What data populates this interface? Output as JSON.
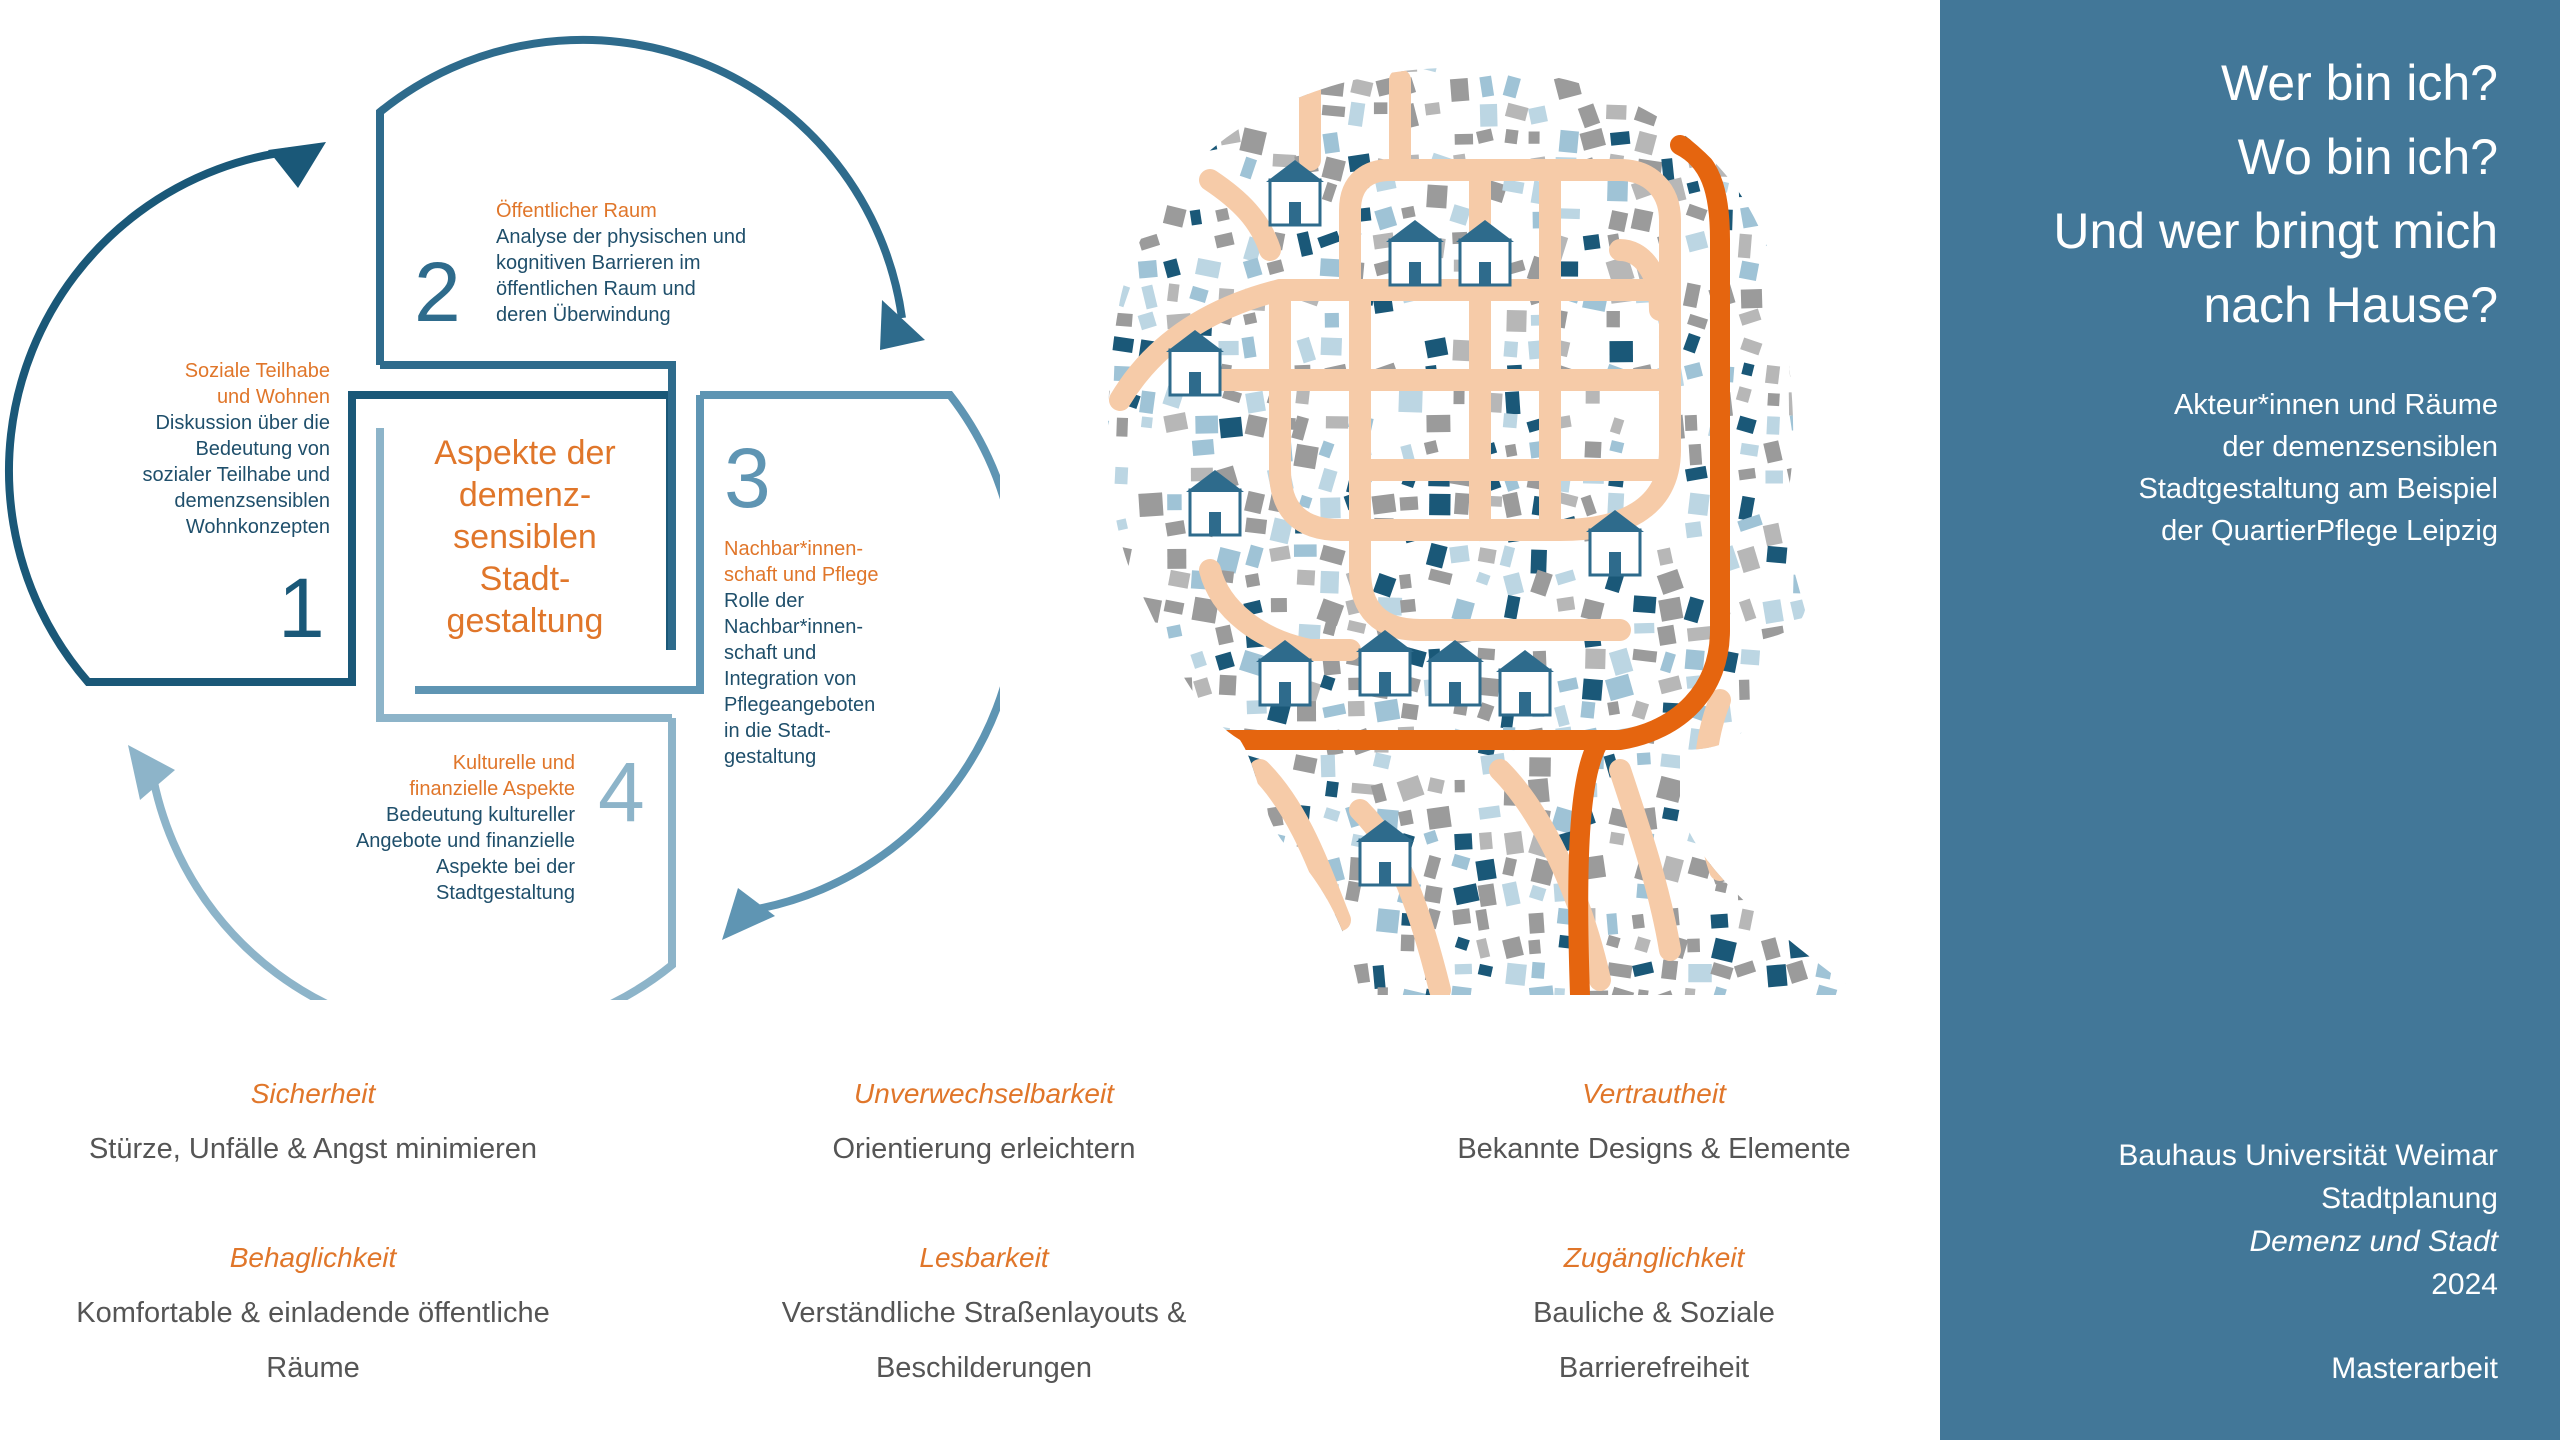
{
  "colors": {
    "panel": "#427798",
    "orange": "#e0762a",
    "dark_blue": "#1a5878",
    "mid_blue": "#2e6b8c",
    "light_blue": "#5f95b3",
    "pale_blue": "#8db4c9",
    "street": "#f6cba8",
    "main_street": "#e5650f",
    "block_gray": "#9b9b9b"
  },
  "panel": {
    "question_lines": [
      "Wer bin ich?",
      "Wo bin ich?",
      "Und wer bringt mich",
      "nach Hause?"
    ],
    "subtitle_lines": [
      "Akteur*innen und Räume",
      "der demenzsensiblen",
      "Stadtgestaltung am Beispiel",
      "der QuartierPflege Leipzig"
    ],
    "university": "Bauhaus Universität Weimar",
    "program": "Stadtplanung",
    "project": "Demenz und Stadt",
    "year": "2024",
    "thesis": "Masterarbeit"
  },
  "cycle": {
    "center_lines": [
      "Aspekte der",
      "demenz-",
      "sensiblen",
      "Stadt-",
      "gestaltung"
    ],
    "steps": [
      {
        "number": "1",
        "title_lines": [
          "Soziale Teilhabe",
          "und Wohnen"
        ],
        "desc_lines": [
          "Diskussion über die",
          "Bedeutung von",
          "sozialer Teilhabe und",
          "demenzsensiblen",
          "Wohnkonzepten"
        ]
      },
      {
        "number": "2",
        "title_lines": [
          "Öffentlicher Raum"
        ],
        "desc_lines": [
          "Analyse der physischen und",
          "kognitiven Barrieren im",
          "öffentlichen Raum und",
          "deren Überwindung"
        ]
      },
      {
        "number": "3",
        "title_lines": [
          "Nachbar*innen-",
          "schaft und Pflege"
        ],
        "desc_lines": [
          "Rolle der",
          "Nachbar*innen-",
          "schaft und",
          "Integration von",
          "Pflegeangeboten",
          "in die Stadt-",
          "gestaltung"
        ]
      },
      {
        "number": "4",
        "title_lines": [
          "Kulturelle und",
          "finanzielle Aspekte"
        ],
        "desc_lines": [
          "Bedeutung kultureller",
          "Angebote und finanzielle",
          "Aspekte bei der",
          "Stadtgestaltung"
        ]
      }
    ]
  },
  "principles": [
    {
      "title": "Sicherheit",
      "desc_lines": [
        "Stürze, Unfälle & Angst minimieren"
      ]
    },
    {
      "title": "Unverwechselbarkeit",
      "desc_lines": [
        "Orientierung erleichtern"
      ]
    },
    {
      "title": "Vertrautheit",
      "desc_lines": [
        "Bekannte Designs & Elemente"
      ]
    },
    {
      "title": "Behaglichkeit",
      "desc_lines": [
        "Komfortable & einladende öffentliche",
        "Räume"
      ]
    },
    {
      "title": "Lesbarkeit",
      "desc_lines": [
        "Verständliche Straßenlayouts &",
        "Beschilderungen"
      ]
    },
    {
      "title": "Zugänglichkeit",
      "desc_lines": [
        "Bauliche & Soziale",
        "Barrierefreiheit"
      ]
    }
  ]
}
